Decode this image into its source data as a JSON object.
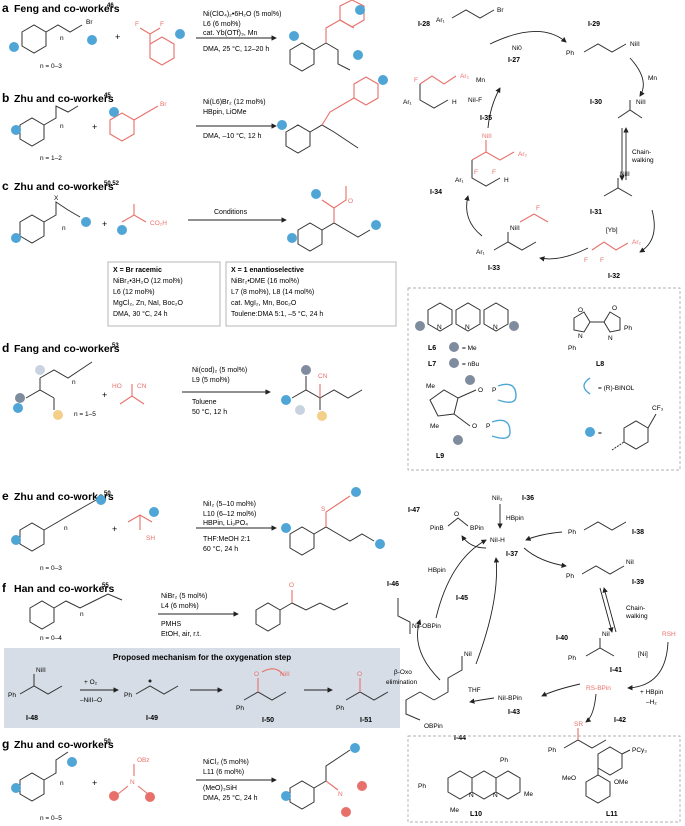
{
  "panels": {
    "a": {
      "letter": "a",
      "title": "Feng and co-workers",
      "ref": "46",
      "substrate_note": "n = 0–3",
      "conditions": [
        "Ni(ClO₄)₂•6H₂O (5 mol%)",
        "L6 (6 mol%)",
        "cat. Yb(OTf)₃, Mn",
        "DMA, 25 °C, 12–20 h"
      ],
      "br": "Br",
      "f": "F"
    },
    "b": {
      "letter": "b",
      "title": "Zhu and co-workers",
      "ref": "45",
      "substrate_note": "n = 1–2",
      "conditions": [
        "Ni(L6)Br₂ (12 mol%)",
        "HBpin, LiOMe",
        "DMA, –10 °C, 12 h"
      ],
      "br": "Br"
    },
    "c": {
      "letter": "c",
      "title": "Zhu and co-workers",
      "ref": "50,52",
      "arrow_label": "Conditions",
      "x_label": "X",
      "acid": "CO₂H",
      "box1": [
        "X = Br racemic",
        "NiBr₂•3H₂O (12 mol%)",
        "L6 (12 mol%)",
        "MgCl₂, Zn, NaI, Boc₂O",
        "DMA, 30 °C, 24 h"
      ],
      "box2": [
        "X = 1 enantioselective",
        "NiBr₂•DME (16 mol%)",
        "L7 (8 mol%), L8 (14 mol%)",
        "cat. MgI₂, Mn, Boc₂O",
        "Toulene:DMA 5:1, –5 °C, 24 h"
      ]
    },
    "d": {
      "letter": "d",
      "title": "Fang and co-workers",
      "ref": "53",
      "substrate_note": "n = 1–5",
      "conditions": [
        "Ni(cod)₂ (5 mol%)",
        "L9 (5 mol%)",
        "Toluene",
        "50 °C, 12 h"
      ],
      "ho": "HO",
      "cn": "CN"
    },
    "e": {
      "letter": "e",
      "title": "Zhu and co-workers",
      "ref": "50",
      "substrate_note": "n = 0–3",
      "conditions": [
        "NiI₂ (5–10 mol%)",
        "L10 (6–12 mol%)",
        "HBPin, Li₃PO₄",
        "THF:MeOH 2:1",
        "60 °C, 24 h"
      ],
      "sh": "SH",
      "s": "S"
    },
    "f": {
      "letter": "f",
      "title": "Han and co-workers",
      "ref": "55",
      "substrate_note": "n = 0–4",
      "conditions": [
        "NiBr₂ (5 mol%)",
        "L4 (6 mol%)",
        "PMHS",
        "EtOH, air, r.t."
      ],
      "o": "O",
      "mechanism_title": "Proposed mechanism for the oxygenation step",
      "mech_labels": [
        "I-48",
        "I-49",
        "I-50",
        "I-51"
      ],
      "mech_arrow1": [
        "+ O₂",
        "–NiII–O"
      ],
      "nill": "NiII",
      "ph": "Ph"
    },
    "g": {
      "letter": "g",
      "title": "Zhu and co-workers",
      "ref": "50",
      "conditions": [
        "NiCl₂ (5 mol%)",
        "L11 (6 mol%)",
        "(MeO)₃SiH",
        "DMA, 25 °C, 24 h"
      ],
      "substrate_note": "n = 0–5",
      "obz": "OBz",
      "n": "N"
    }
  },
  "cycle1": {
    "labels": [
      "I-28",
      "I-29",
      "I-30",
      "I-31",
      "I-32",
      "I-33",
      "I-34",
      "I-35",
      "I-27"
    ],
    "ar1": "Ar₁",
    "ar2": "Ar₂",
    "ph": "Ph",
    "br": "Br",
    "ni": "NiII",
    "ni0": "Ni0",
    "nif": "NiI-F",
    "mn": "Mn",
    "chain_walking": [
      "Chain-",
      "walking"
    ],
    "yb": "[Yb]",
    "h": "H",
    "f": "F"
  },
  "ligands1": {
    "labels": [
      "L6",
      "L7",
      "L8",
      "L9"
    ],
    "l6_note": "= Me",
    "l7_note": "= nBu",
    "binol_note": "= (R)-BINOL",
    "ph": "Ph",
    "cf3": "CF₃",
    "o": "O",
    "n": "N",
    "p": "P",
    "me": "Me"
  },
  "cycle2": {
    "labels": [
      "I-36",
      "I-37",
      "I-38",
      "I-39",
      "I-40",
      "I-41",
      "I-42",
      "I-43",
      "I-44",
      "I-45",
      "I-46",
      "I-47"
    ],
    "nii2": "NiI₂",
    "hbpin": "HBpin",
    "nih": "NiI-H",
    "ph": "Ph",
    "chain_walking": [
      "Chain-",
      "walking"
    ],
    "ni": "NiI",
    "rs_bpin": "RS-BPin",
    "ni_bracket": "[Ni]",
    "rsh": "RSH",
    "plus_hbpin": "+ HBpin",
    "minus_h2": "–H₂",
    "sr": "SR",
    "nibpin": "NiI-BPin",
    "thf": "THF",
    "obpin": "OBPin",
    "ni_obpin": "NiI-OBPin",
    "beta_oxo": [
      "β-Oxo",
      "elimination"
    ],
    "pinb_bpin": "PinB",
    "bpin": "BPin",
    "o": "O"
  },
  "ligands2": {
    "labels": [
      "L10",
      "L11"
    ],
    "ph": "Ph",
    "me": "Me",
    "meo": "MeO",
    "ome": "OMe",
    "pcy3": "PCy₃"
  },
  "colors": {
    "accent_red": "#e8706a",
    "blue_dot": "#4fa6d6",
    "gray_dot": "#7f8c9e",
    "yellow_dot": "#f3cf8a",
    "mech_bg": "#d6dde6",
    "box_border": "#999999"
  }
}
